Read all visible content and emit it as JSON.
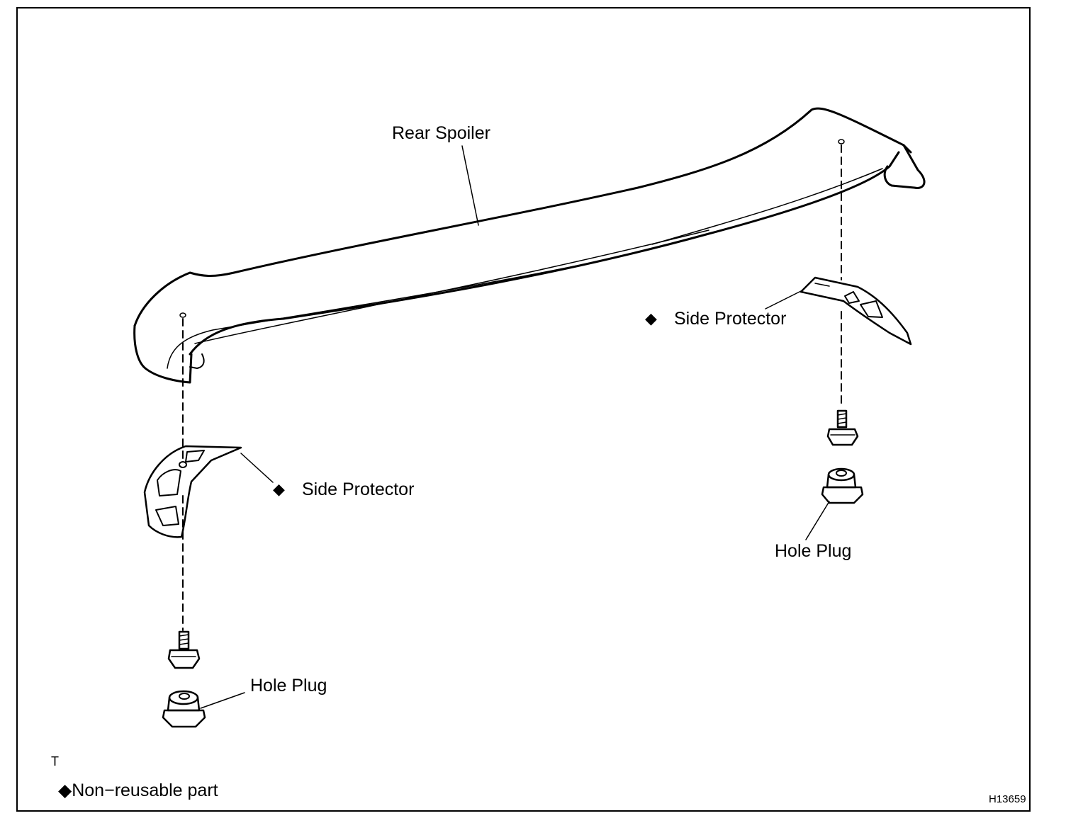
{
  "labels": {
    "rear_spoiler": "Rear Spoiler",
    "side_protector_right": "Side Protector",
    "side_protector_left": "Side Protector",
    "hole_plug_right": "Hole Plug",
    "hole_plug_left": "Hole Plug"
  },
  "marker_symbol": "◆",
  "legend": {
    "corner_mark": "T",
    "text": "◆Non−reusable part"
  },
  "figure_id": "H13659"
}
